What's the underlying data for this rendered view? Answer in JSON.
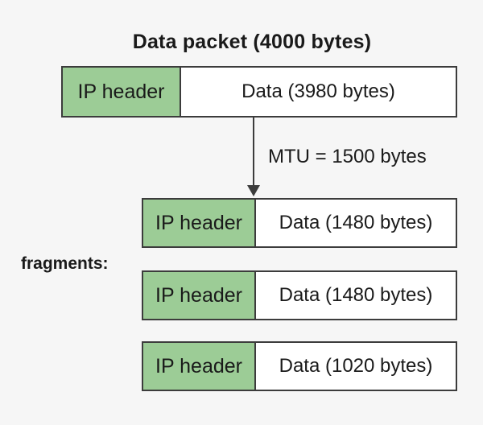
{
  "title": "Data packet (4000 bytes)",
  "original_packet": {
    "header_label": "IP header",
    "data_label": "Data (3980 bytes)"
  },
  "mtu_label": "MTU = 1500 bytes",
  "fragments_label": "fragments:",
  "fragments": [
    {
      "header_label": "IP header",
      "data_label": "Data (1480 bytes)"
    },
    {
      "header_label": "IP header",
      "data_label": "Data (1480 bytes)"
    },
    {
      "header_label": "IP header",
      "data_label": "Data (1020 bytes)"
    }
  ],
  "colors": {
    "header_fill": "#9ccc96",
    "border": "#3c3c3c",
    "background": "#f6f6f6"
  }
}
